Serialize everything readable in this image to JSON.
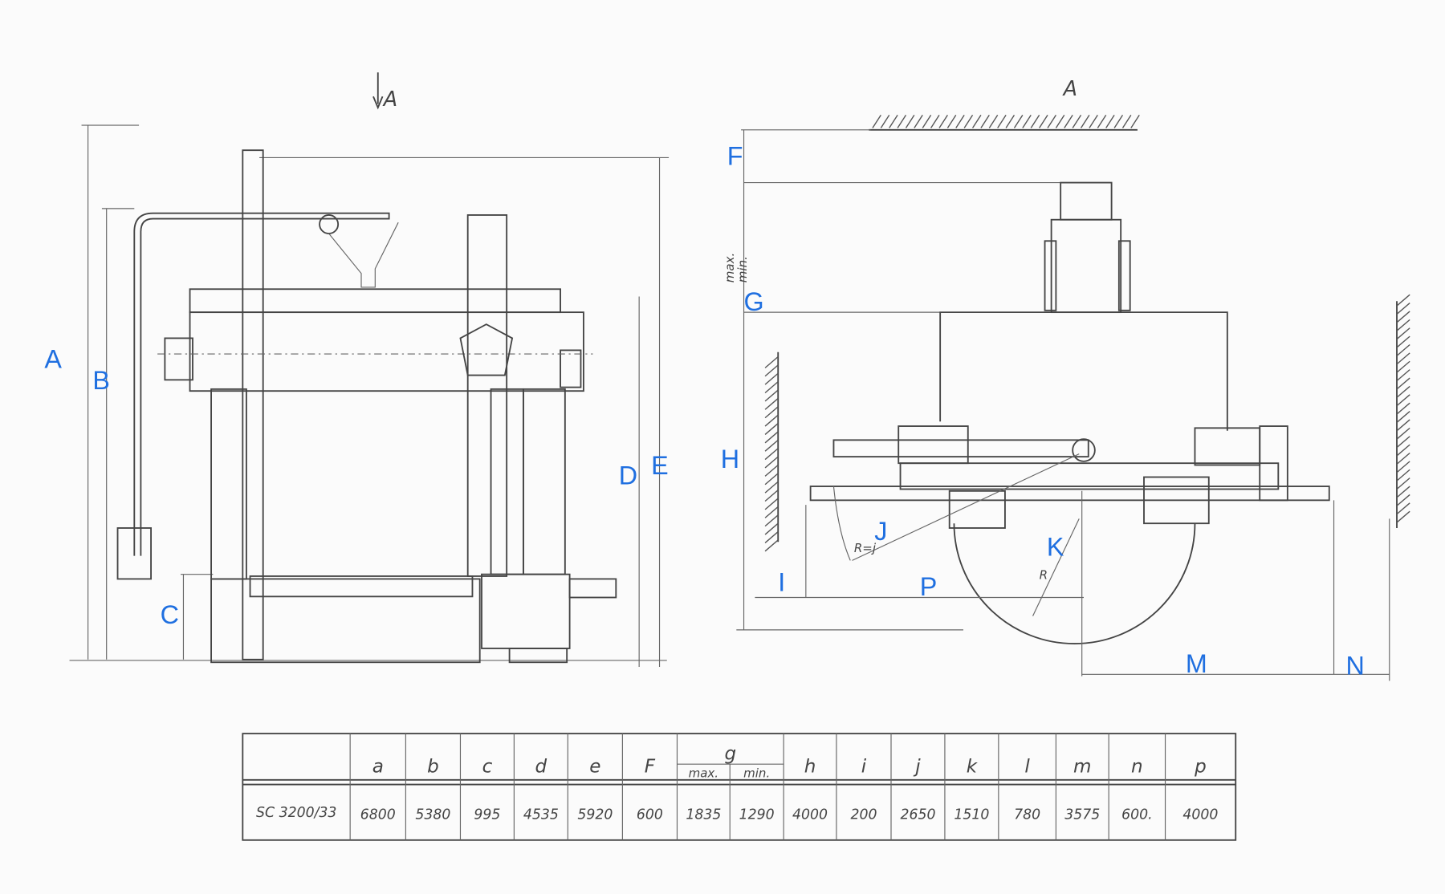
{
  "view_markers": {
    "front_arrow": "A",
    "side_view": "A"
  },
  "labels": {
    "A": "A",
    "B": "B",
    "C": "C",
    "D": "D",
    "E": "E",
    "F": "F",
    "G": "G",
    "H": "H",
    "I": "I",
    "J": "J",
    "K": "K",
    "P": "P",
    "M": "M",
    "N": "N"
  },
  "annotations": {
    "g_max": "max.",
    "g_min": "min.",
    "radius_j": "R=j",
    "radius_k": "R"
  },
  "table": {
    "model_header": "",
    "headers": [
      "a",
      "b",
      "c",
      "d",
      "e",
      "F",
      "g",
      "h",
      "i",
      "j",
      "k",
      "l",
      "m",
      "n",
      "p"
    ],
    "g_sub": [
      "max.",
      "min."
    ],
    "model": "SC 3200/33",
    "values": {
      "a": "6800",
      "b": "5380",
      "c": "995",
      "d": "4535",
      "e": "5920",
      "F": "600",
      "g_max": "1835",
      "g_min": "1290",
      "h": "4000",
      "i": "200",
      "j": "2650",
      "k": "1510",
      "l": "780",
      "m": "3575",
      "n": "600.",
      "p": "4000"
    }
  }
}
